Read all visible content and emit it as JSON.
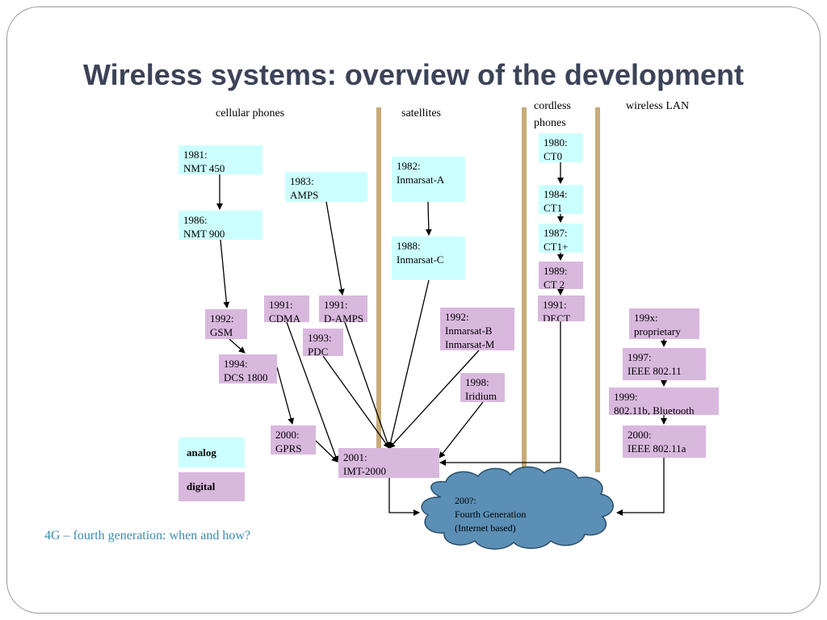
{
  "title": "Wireless systems: overview of the development",
  "columns": {
    "cellular": "cellular phones",
    "satellites": "satellites",
    "cordless_line1": "cordless",
    "cordless_line2": "phones",
    "wlan": "wireless LAN"
  },
  "boxes": {
    "nmt450": {
      "year": "1981:",
      "name": "NMT 450",
      "kind": "analog"
    },
    "nmt900": {
      "year": "1986:",
      "name": "NMT 900",
      "kind": "analog"
    },
    "amps": {
      "year": "1983:",
      "name": "AMPS",
      "kind": "analog"
    },
    "gsm": {
      "year": "1992:",
      "name": "GSM",
      "kind": "digital"
    },
    "dcs1800": {
      "year": "1994:",
      "name": "DCS 1800",
      "kind": "digital"
    },
    "cdma": {
      "year": "1991:",
      "name": "CDMA",
      "kind": "digital"
    },
    "damps": {
      "year": "1991:",
      "name": "D-AMPS",
      "kind": "digital"
    },
    "pdc": {
      "year": "1993:",
      "name": "PDC",
      "kind": "digital"
    },
    "gprs": {
      "year": "2000:",
      "name": "GPRS",
      "kind": "digital"
    },
    "imt2000": {
      "year": "2001:",
      "name": "IMT-2000",
      "kind": "digital"
    },
    "inmarsatA": {
      "year": "1982:",
      "name": "Inmarsat-A",
      "kind": "analog"
    },
    "inmarsatC": {
      "year": "1988:",
      "name": "Inmarsat-C",
      "kind": "analog"
    },
    "inmarsatBM": {
      "year": "1992:",
      "name": "Inmarsat-B",
      "name2": "Inmarsat-M",
      "kind": "digital"
    },
    "iridium": {
      "year": "1998:",
      "name": "Iridium",
      "kind": "digital"
    },
    "ct0": {
      "year": "1980:",
      "name": "CT0",
      "kind": "analog"
    },
    "ct1": {
      "year": "1984:",
      "name": "CT1",
      "kind": "analog"
    },
    "ct1plus": {
      "year": "1987:",
      "name": "CT1+",
      "kind": "analog"
    },
    "ct2": {
      "year": "1989:",
      "name": "CT 2",
      "kind": "digital"
    },
    "dect": {
      "year": "1991:",
      "name": "DECT",
      "kind": "digital"
    },
    "proprietary": {
      "year": "199x:",
      "name": "proprietary",
      "kind": "digital"
    },
    "ieee80211": {
      "year": "1997:",
      "name": "IEEE 802.11",
      "kind": "digital"
    },
    "ieee80211b": {
      "year": "1999:",
      "name": "802.11b, Bluetooth",
      "kind": "digital"
    },
    "ieee80211a": {
      "year": "2000:",
      "name": "IEEE 802.11a",
      "kind": "digital"
    }
  },
  "cloud": {
    "line1": "200?:",
    "line2": "Fourth Generation",
    "line3": "(Internet based)",
    "fill": "#5b8fb5"
  },
  "legend": {
    "analog": "analog",
    "digital": "digital"
  },
  "question": "4G – fourth generation: when and how?",
  "colors": {
    "analog": "#ccffff",
    "digital": "#d9b8de",
    "separator": "#c8ab78",
    "title": "#3c4358",
    "question": "#3c8bb0"
  }
}
